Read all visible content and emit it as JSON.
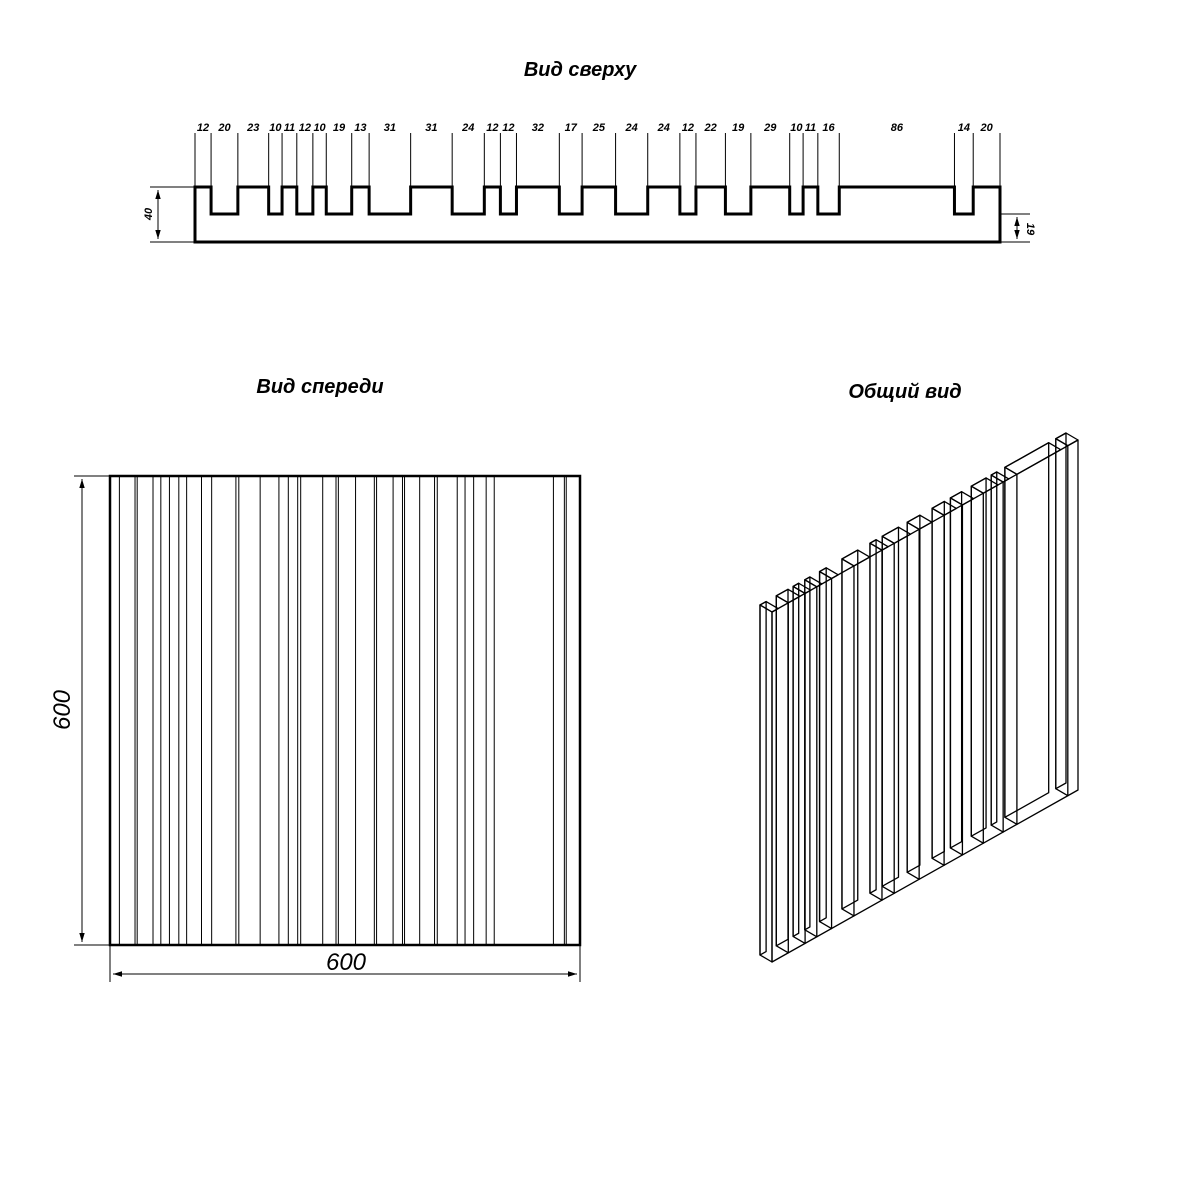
{
  "titles": {
    "top": "Вид сверху",
    "front": "Вид спереди",
    "general": "Общий вид"
  },
  "top_view": {
    "segment_widths": [
      "12",
      "20",
      "23",
      "10",
      "11",
      "12",
      "10",
      "19",
      "13",
      "31",
      "31",
      "24",
      "12",
      "12",
      "32",
      "17",
      "25",
      "24",
      "24",
      "12",
      "22",
      "19",
      "29",
      "10",
      "11",
      "16",
      "86",
      "14",
      "20"
    ],
    "height_label": "40",
    "base_label": "19"
  },
  "front_view": {
    "width_label": "600",
    "height_label": "600"
  }
}
